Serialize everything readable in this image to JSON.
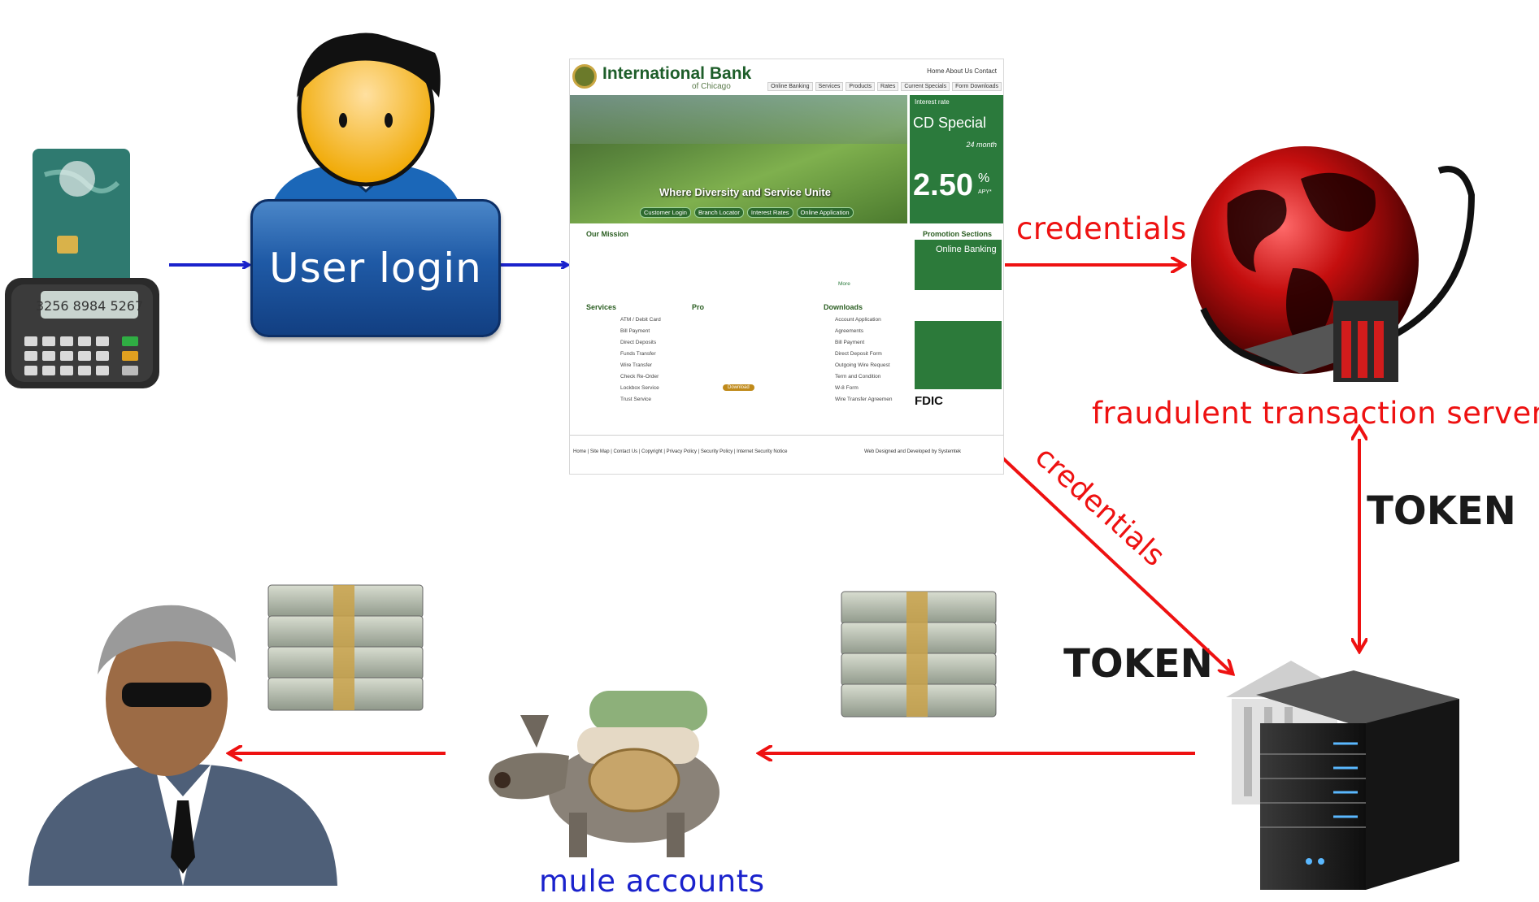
{
  "nodes": {
    "user_login": {
      "label": "User login"
    },
    "bank_site": {
      "brand": "International Bank",
      "brand_sub": "of Chicago",
      "top_links": "Home   About Us   Contact",
      "top_nav": [
        "Online Banking",
        "Services",
        "Products",
        "Rates",
        "Current Specials",
        "Form Downloads"
      ],
      "hero_tagline": "Where Diversity and Service Unite",
      "hero_buttons": [
        "Customer Login",
        "Branch Locator",
        "Interest Rates",
        "Online Application"
      ],
      "cd": {
        "rate_label": "Interest rate",
        "title": "CD Special",
        "term": "24 month",
        "value": "2.50",
        "unit": "%",
        "apy": "APY*"
      },
      "mission_heading": "Our Mission",
      "promo_heading": "Promotion Sections",
      "promo_label": "Online Banking",
      "services_heading": "Services",
      "products_heading": "Pro",
      "downloads_heading": "Downloads",
      "more_link": "More",
      "services_list": [
        "ATM / Debit Card",
        "Bill Payment",
        "Direct Deposits",
        "Funds Transfer",
        "Wire Transfer",
        "Check Re-Order",
        "Lockbox Service",
        "Trust Service"
      ],
      "downloads_list": [
        "Account Application",
        "Agreements",
        "Bill Payment",
        "Direct Deposit Form",
        "Outgoing Wire Request",
        "Term and Condition",
        "W-8 Form",
        "Wire Transfer Agreemen"
      ],
      "download_button": "Download",
      "fdic": "FDIC",
      "footer_links": "Home | Site Map | Contact Us | Copyright | Privacy Policy | Security Policy | Internet Security Notice",
      "footer_credit": "Web Designed and Developed by Systemtek"
    },
    "fraud_servers": {
      "label": "fraudulent transaction servers"
    },
    "mule_accounts": {
      "label": "mule accounts"
    }
  },
  "edges": {
    "credentials_top": "credentials",
    "credentials_diagonal": "credentials",
    "token_right": "TOKEN",
    "token_middle": "TOKEN"
  },
  "colors": {
    "arrow_blue": "#1a22cc",
    "arrow_red": "#ee1111",
    "login_box": "#1f5aa6"
  },
  "icons": [
    "card-reader-icon",
    "user-avatar-icon",
    "globe-server-icon",
    "bank-server-icon",
    "donkey-mule-icon",
    "money-stack-icon",
    "criminal-avatar-icon",
    "document-folder-icon"
  ]
}
